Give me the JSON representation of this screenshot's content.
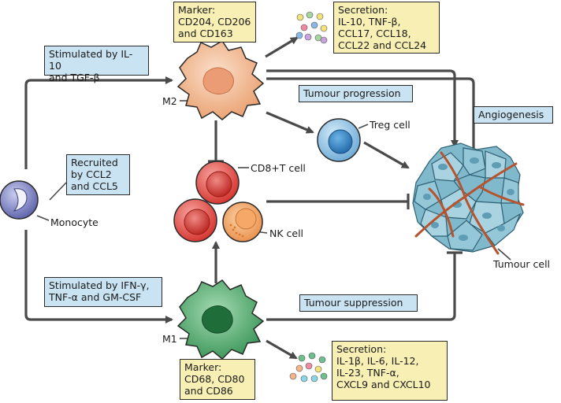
{
  "colors": {
    "blue_box": "#c9e3f2",
    "yellow_box": "#f7efb4",
    "arrow": "#4a4a4a",
    "m2_cell": "#f0b48c",
    "m1_cell": "#4fae6c",
    "cd8_cell": "#e8433d",
    "nk_cell": "#f2a05e",
    "treg_cell": "#4a9ad4",
    "monocyte": "#7a80c4",
    "tumour": "#8ec3d4",
    "vessel": "#b5542e"
  },
  "boxes": {
    "stim_il10": "Stimulated by IL-10\nand TGF-β",
    "m2_marker": "Marker:\nCD204, CD206\nand CD163",
    "m2_secretion": "Secretion:\nIL-10, TNF-β,\nCCL17, CCL18,\nCCL22 and CCL24",
    "tumour_progression": "Tumour progression",
    "angiogenesis": "Angiogenesis",
    "recruited": "Recruited\nby CCL2\nand CCL5",
    "stim_ifn": "Stimulated by IFN-γ,\nTNF-α and GM-CSF",
    "tumour_suppression": "Tumour suppression",
    "m1_marker": "Marker:\nCD68, CD80\nand CD86",
    "m1_secretion": "Secretion:\nIL-1β, IL-6, IL-12,\nIL-23, TNF-α,\nCXCL9 and CXCL10"
  },
  "labels": {
    "m2": "M2",
    "m1": "M1",
    "treg": "Treg cell",
    "cd8": "CD8+T cell",
    "nk": "NK cell",
    "monocyte": "Monocyte",
    "tumour": "Tumour cell"
  }
}
